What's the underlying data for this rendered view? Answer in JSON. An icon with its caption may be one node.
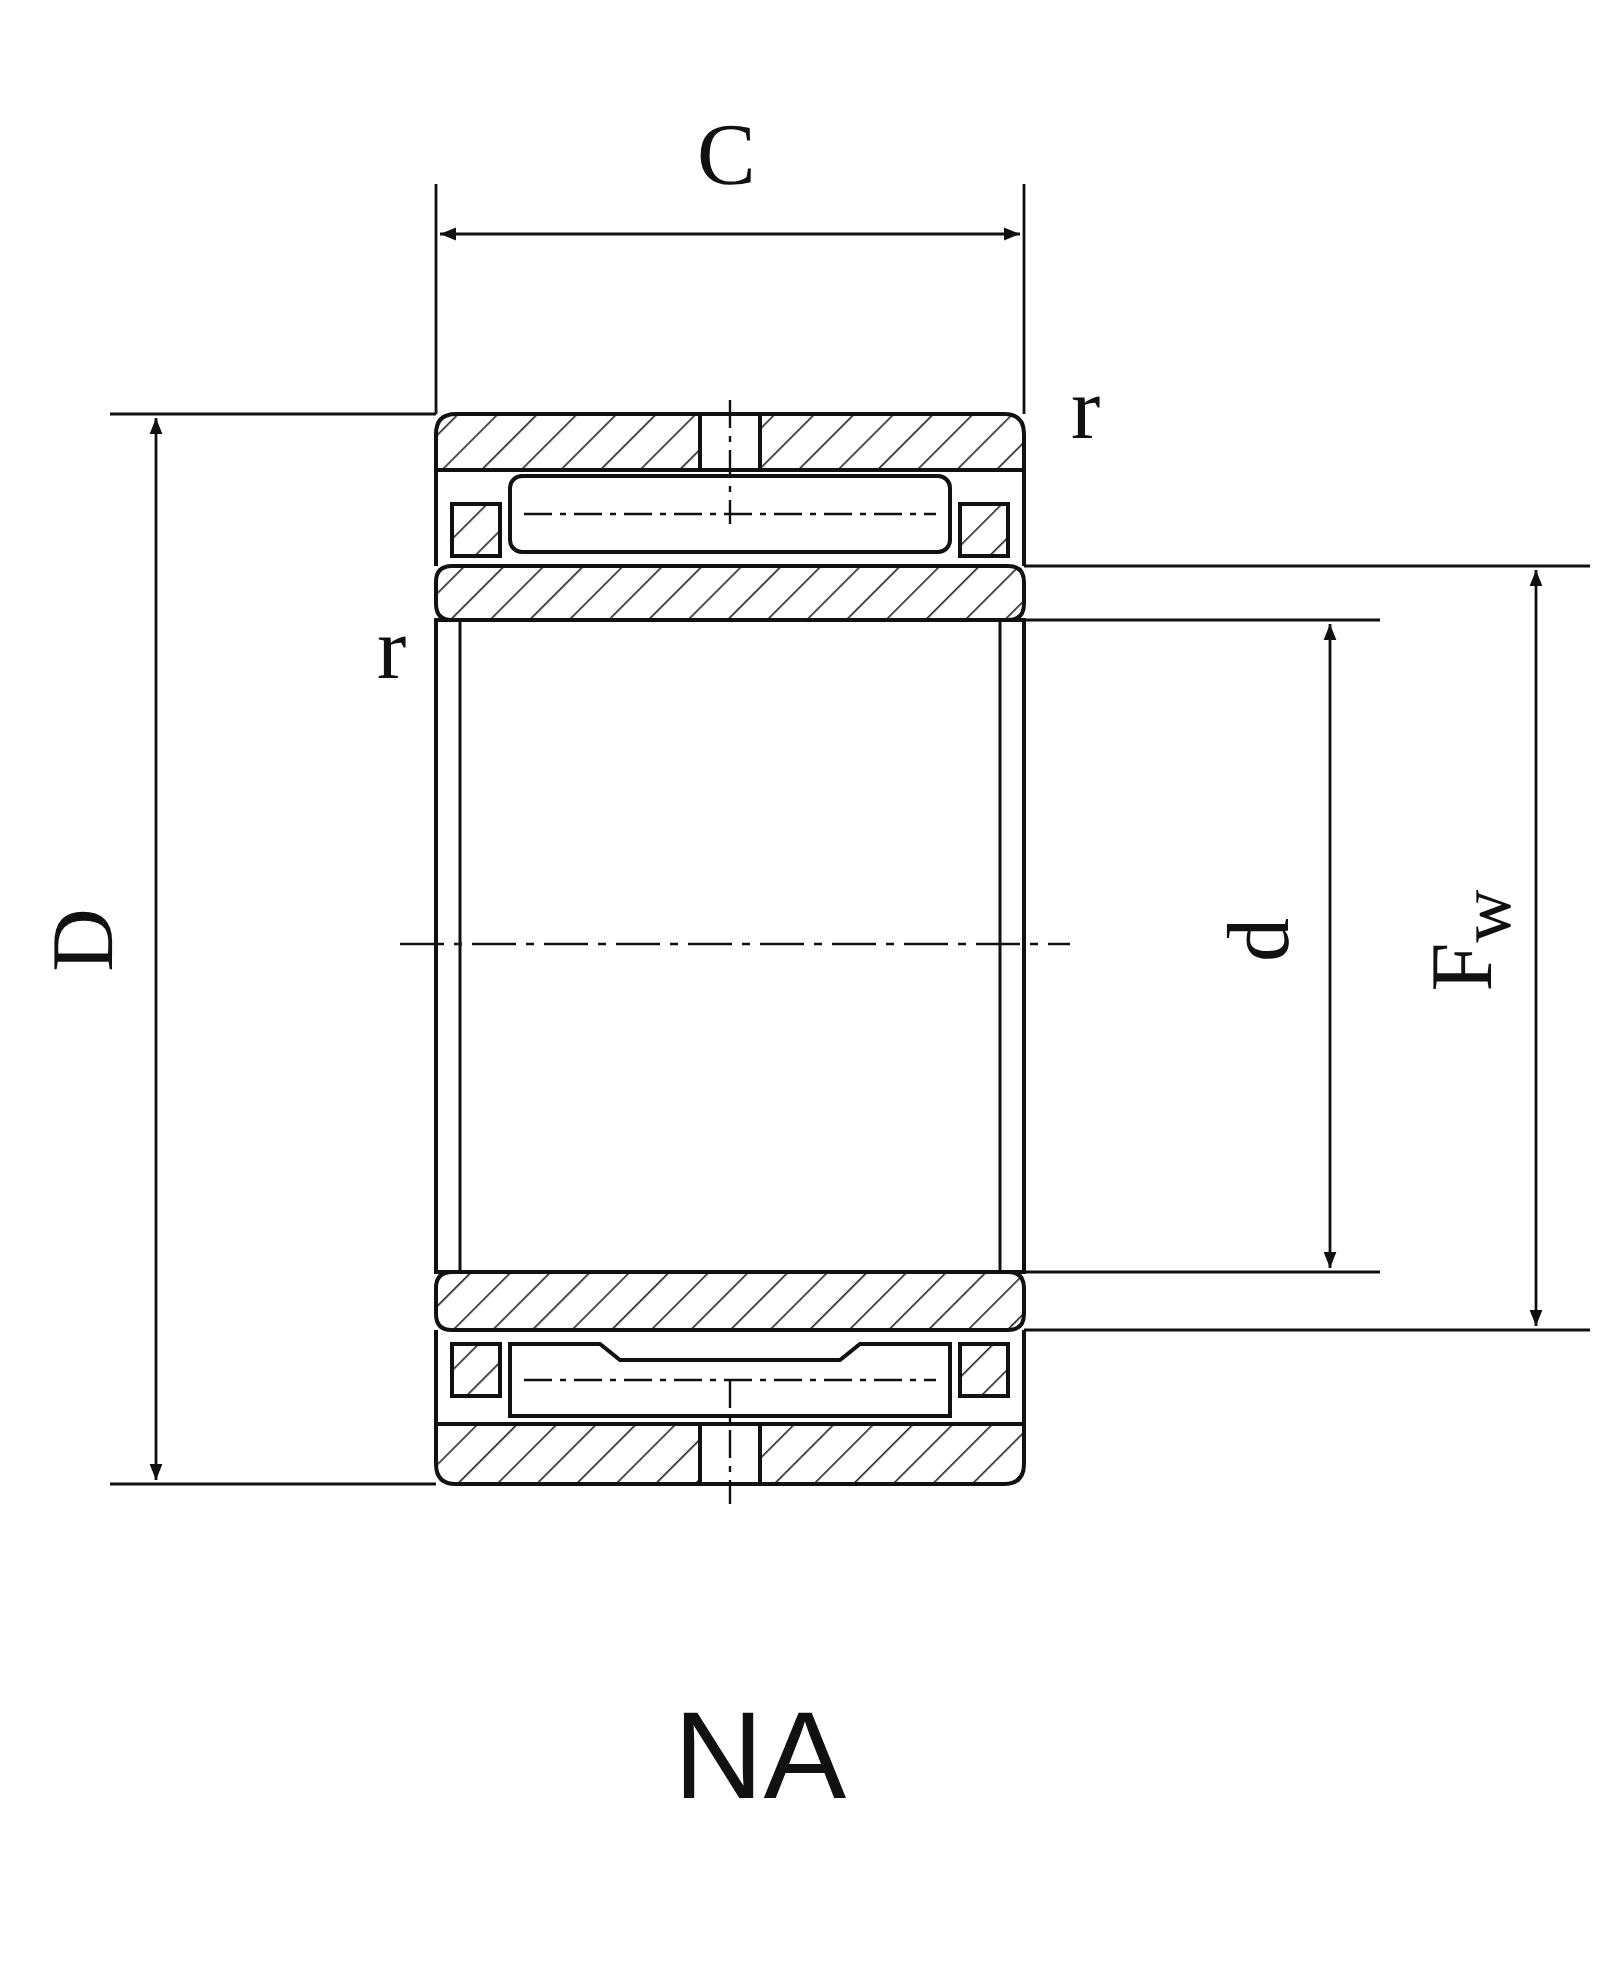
{
  "diagram": {
    "caption": "NA",
    "labels": [
      "C",
      "r",
      "r",
      "D",
      "d",
      "F$_{w}$"
    ]
  }
}
